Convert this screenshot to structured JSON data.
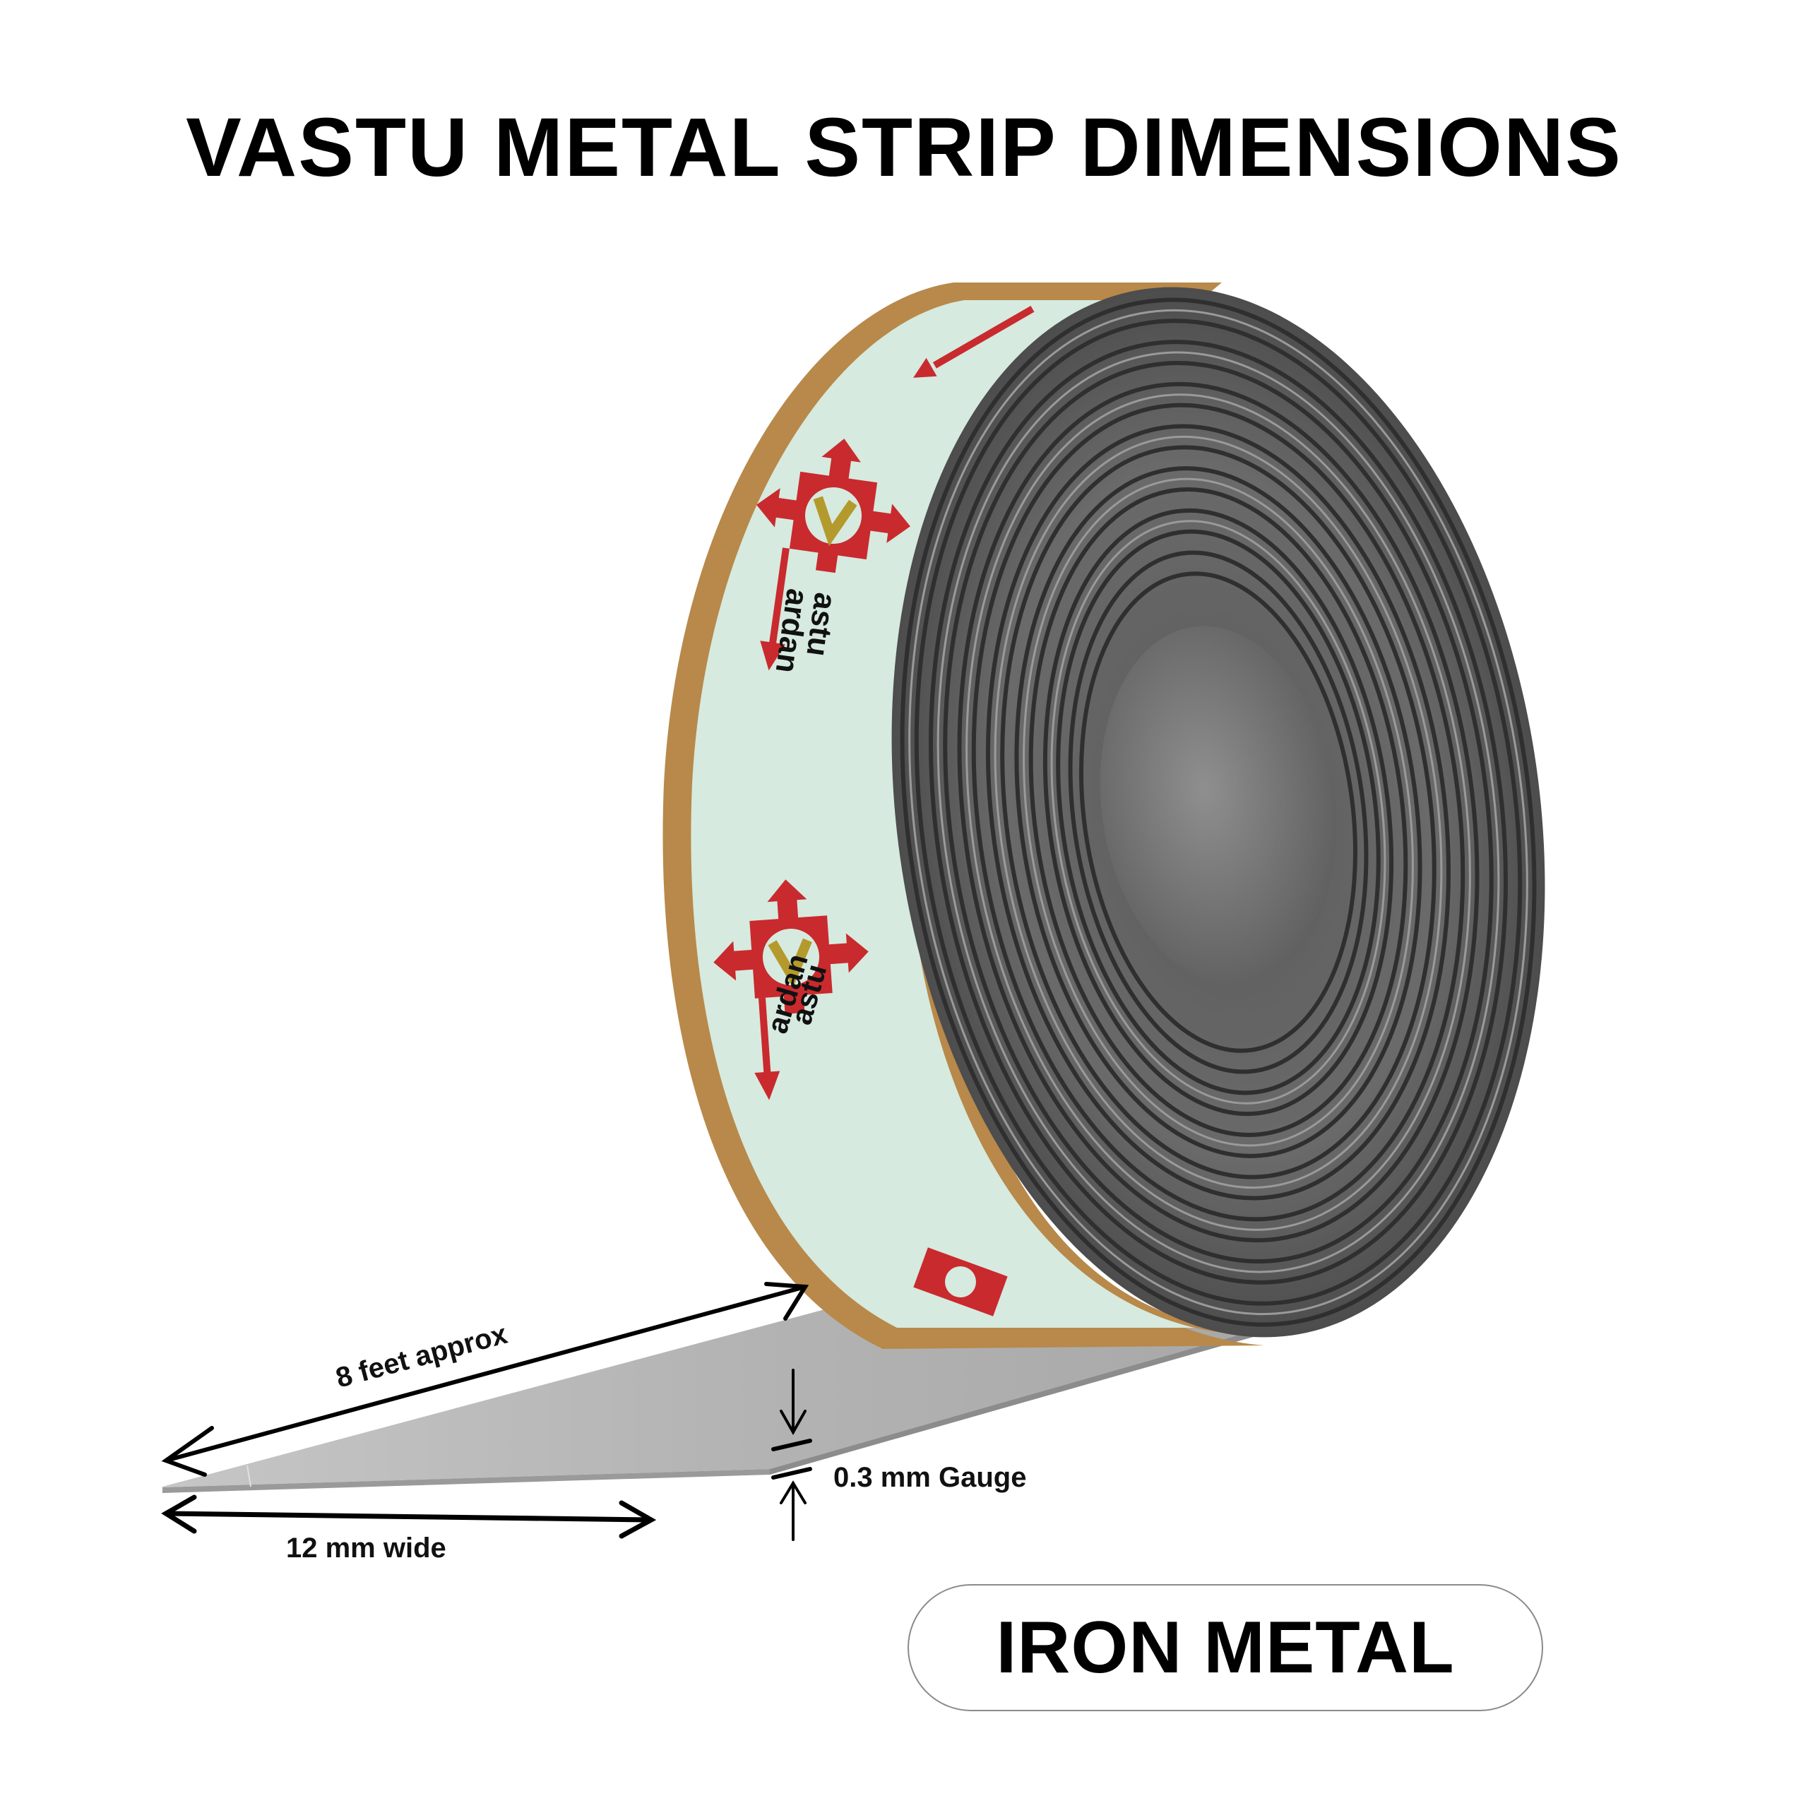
{
  "title": "VASTU METAL STRIP DIMENSIONS",
  "product": {
    "brand_mark": "Vastu Vardan",
    "brand_line1": "astu",
    "brand_line2": "ardan",
    "material_badge": "IRON METAL"
  },
  "dimensions": {
    "length_label": "8 feet approx",
    "width_label": "12 mm wide",
    "gauge_label": "0.3 mm Gauge"
  },
  "colors": {
    "label_band": "#d6eadf",
    "label_border": "#b8894a",
    "logo_red": "#c92a2e",
    "logo_gold": "#b49a2c",
    "metal_dark": "#4a4a4a",
    "metal_mid": "#6e6e6e",
    "metal_light": "#a9a9a9",
    "strip": "#b9b9b9"
  },
  "icons": {
    "length_arrow": "double-headed-arrow",
    "width_arrow": "double-headed-arrow",
    "gauge_arrows": "converging-arrows"
  }
}
